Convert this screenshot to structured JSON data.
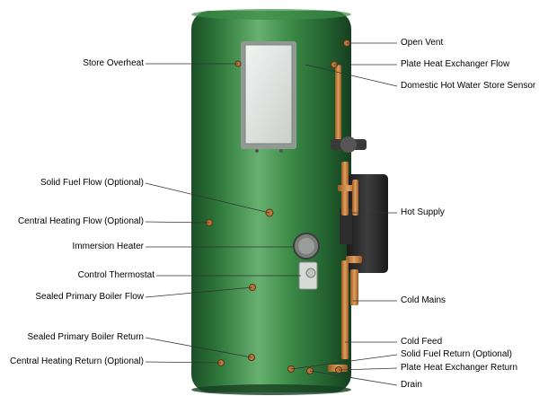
{
  "diagram": {
    "labels_left": [
      {
        "id": "store-overheat",
        "text": "Store Overheat"
      },
      {
        "id": "solid-fuel-flow",
        "text": "Solid Fuel Flow (Optional)"
      },
      {
        "id": "central-heating-flow",
        "text": "Central Heating Flow (Optional)"
      },
      {
        "id": "immersion-heater",
        "text": "Immersion Heater"
      },
      {
        "id": "control-thermostat",
        "text": "Control Thermostat"
      },
      {
        "id": "sealed-primary-boiler-flow",
        "text": "Sealed Primary Boiler Flow"
      },
      {
        "id": "sealed-primary-boiler-return",
        "text": "Sealed Primary Boiler Return"
      },
      {
        "id": "central-heating-return",
        "text": "Central Heating Return (Optional)"
      }
    ],
    "labels_right": [
      {
        "id": "open-vent",
        "text": "Open Vent"
      },
      {
        "id": "plate-heat-exchanger-flow",
        "text": "Plate Heat Exchanger Flow"
      },
      {
        "id": "domestic-hot-water-store-sensor",
        "text": "Domestic Hot Water Store Sensor"
      },
      {
        "id": "hot-supply",
        "text": "Hot Supply"
      },
      {
        "id": "cold-mains",
        "text": "Cold Mains"
      },
      {
        "id": "cold-feed",
        "text": "Cold Feed"
      },
      {
        "id": "solid-fuel-return",
        "text": "Solid Fuel Return (Optional)"
      },
      {
        "id": "plate-heat-exchanger-return",
        "text": "Plate Heat Exchanger Return"
      },
      {
        "id": "drain",
        "text": "Drain"
      }
    ],
    "colors": {
      "cylinder_dark": "#1f5a2c",
      "cylinder_light": "#5fa86a",
      "copper": "#c9813f",
      "unit_dark": "#2a2a2a",
      "leader": "#333333"
    }
  }
}
